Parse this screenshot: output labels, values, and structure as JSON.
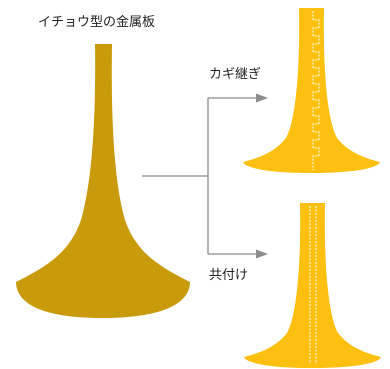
{
  "labels": {
    "template": "イチョウ型の金属板",
    "kagi_tsugi": "カギ継ぎ",
    "tomo_tsuke": "共付け"
  },
  "colors": {
    "template_fill": "#C99A0C",
    "result_fill": "#FDC010",
    "arrow": "#8C8C8C",
    "seam": "#FFFFFF"
  }
}
